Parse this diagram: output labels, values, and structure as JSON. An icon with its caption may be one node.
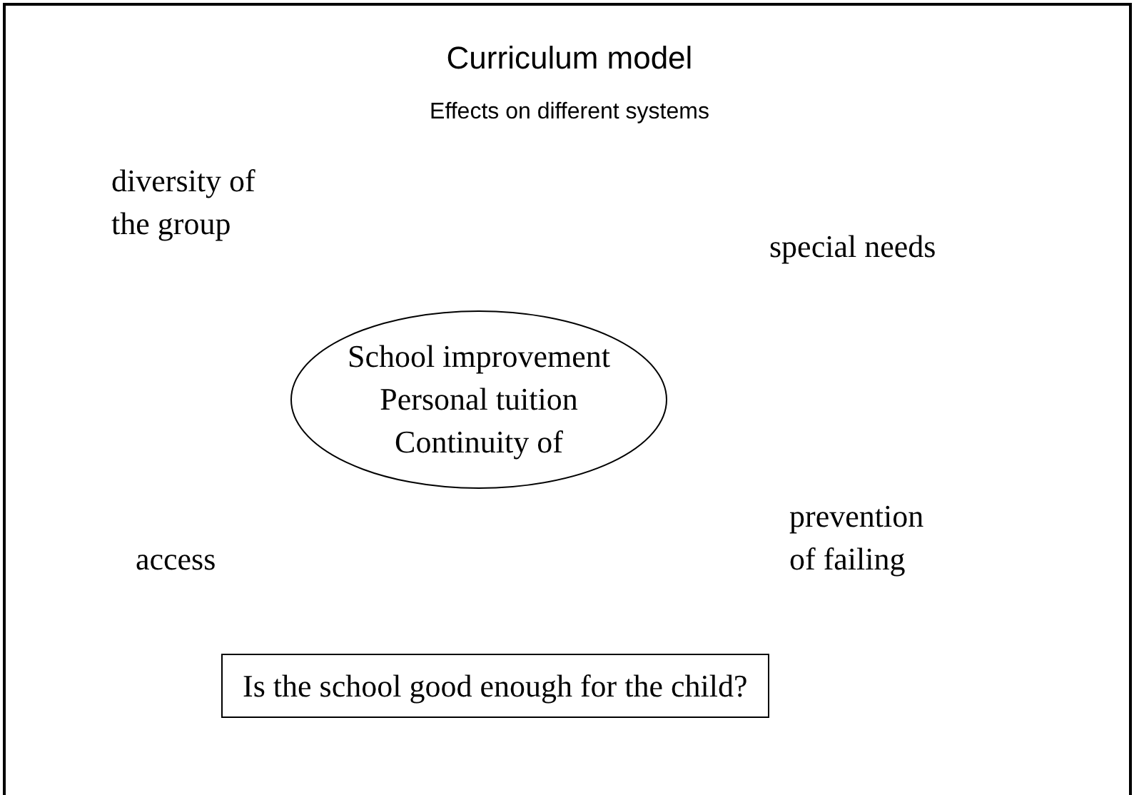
{
  "diagram": {
    "title": "Curriculum model",
    "nodes": [
      {
        "text": [
          "School improvement",
          "Personal tuition",
          "Continuity of"
        ]
      },
      {
        "text": [
          "Is the school good enough for the child?"
        ]
      }
    ],
    "labels": [
      "Effects on different systems",
      "diversity of the group",
      "special needs",
      "prevention of failing",
      "access"
    ]
  }
}
